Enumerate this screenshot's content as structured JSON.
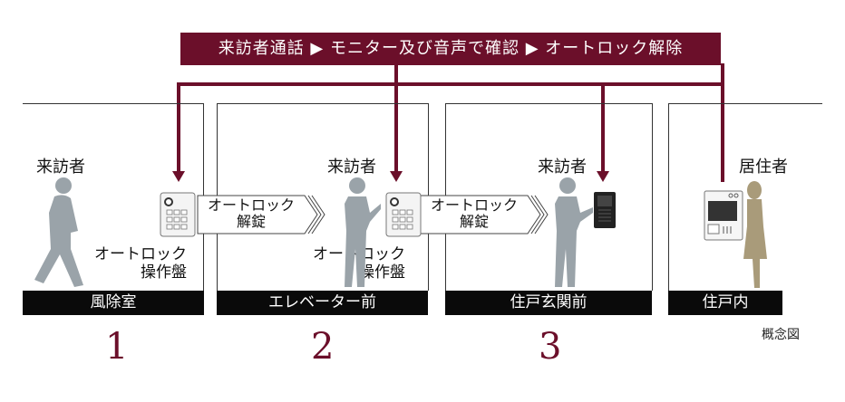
{
  "banner": {
    "text": "来訪者通話 ▶ モニター及び音声で確認 ▶ オートロック解除",
    "color": "#6b0f2a"
  },
  "zones": [
    {
      "label": "風除室",
      "number": "1"
    },
    {
      "label": "エレベーター前",
      "number": "2"
    },
    {
      "label": "住戸玄関前",
      "number": "3"
    },
    {
      "label": "住戸内",
      "number": ""
    }
  ],
  "people": {
    "visitor": "来訪者",
    "resident": "居住者"
  },
  "panel_label": "オートロック\n操作盤",
  "unlock_label": "オートロック\n解錠",
  "note": "概念図",
  "icons": {
    "intercom-panel": "keypad-camera",
    "door-intercom": "doorbell",
    "monitor": "indoor-monitor"
  }
}
